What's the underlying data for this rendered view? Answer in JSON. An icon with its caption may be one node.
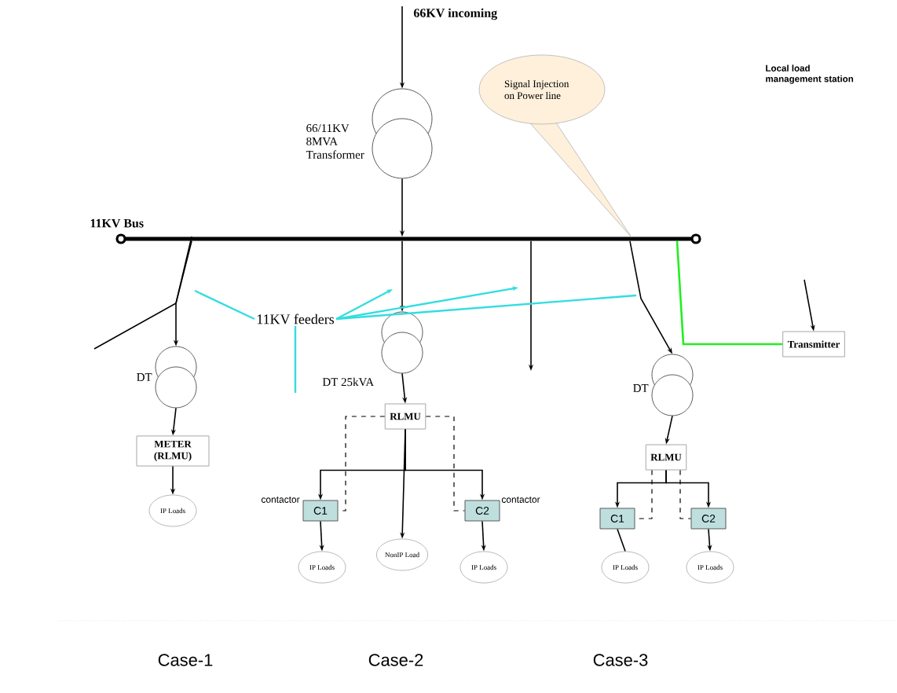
{
  "diagram": {
    "nodes": [
      {
        "text": [],
        "shape": "circle",
        "beside": [
          "66/11KV 8MVA Transformer"
        ]
      },
      {
        "text": [
          "11KV Bus"
        ]
      },
      {
        "text": [
          "Signal Injection on Power line"
        ]
      },
      {
        "text": [],
        "shape": "circle",
        "beside": [
          "DT"
        ]
      },
      {
        "text": [
          "METER (RLMU)"
        ]
      },
      {
        "text": [
          "IP Loads"
        ]
      },
      {
        "text": [],
        "shape": "circle",
        "beside": [
          "DT 25kVA"
        ]
      },
      {
        "text": [
          "RLMU"
        ]
      },
      {
        "text": [
          "C1"
        ],
        "beside": [
          "contactor"
        ]
      },
      {
        "text": [
          "C2"
        ],
        "beside": [
          "contactor"
        ]
      },
      {
        "text": [
          "IP Loads"
        ]
      },
      {
        "text": [
          "NonIP Load"
        ]
      },
      {
        "text": [
          "IP Loads"
        ]
      },
      {
        "text": [],
        "shape": "circle",
        "beside": [
          "DT"
        ]
      },
      {
        "text": [
          "RLMU"
        ]
      },
      {
        "text": [
          "C1"
        ]
      },
      {
        "text": [
          "C2"
        ]
      },
      {
        "text": [
          "IP Loads"
        ]
      },
      {
        "text": [
          "IP Loads"
        ]
      },
      {
        "text": [
          "Transmitter"
        ]
      },
      {
        "text": [
          "11KV feeders"
        ]
      }
    ],
    "edges": [
      {
        "from": null,
        "to": 0,
        "arrow": "to",
        "label": "66KV incoming"
      },
      {
        "from": 0,
        "to": 1,
        "arrow": "to"
      },
      {
        "from": 1,
        "to": 3,
        "arrow": "to"
      },
      {
        "from": 1,
        "to": null,
        "arrow": "none"
      },
      {
        "from": 1,
        "to": 6,
        "arrow": "to"
      },
      {
        "from": 1,
        "to": null,
        "arrow": "to"
      },
      {
        "from": 1,
        "to": 13,
        "arrow": "to"
      },
      {
        "from": 1,
        "to": 19,
        "arrow": "none",
        "color": "#22ee22"
      },
      {
        "from": null,
        "to": 19,
        "arrow": "to"
      },
      {
        "from": 3,
        "to": 4,
        "arrow": "to"
      },
      {
        "from": 4,
        "to": 5,
        "arrow": "to"
      },
      {
        "from": 6,
        "to": 7,
        "arrow": "to"
      },
      {
        "from": 7,
        "to": 8,
        "arrow": "to"
      },
      {
        "from": 7,
        "to": 9,
        "arrow": "to"
      },
      {
        "from": 7,
        "to": 11,
        "arrow": "to"
      },
      {
        "from": 7,
        "to": 8,
        "arrow": "none",
        "style": "dashed"
      },
      {
        "from": 7,
        "to": 9,
        "arrow": "none",
        "style": "dashed"
      },
      {
        "from": 8,
        "to": 10,
        "arrow": "to"
      },
      {
        "from": 9,
        "to": 12,
        "arrow": "to"
      },
      {
        "from": 13,
        "to": 14,
        "arrow": "to"
      },
      {
        "from": 14,
        "to": 15,
        "arrow": "to"
      },
      {
        "from": 14,
        "to": 16,
        "arrow": "to"
      },
      {
        "from": 14,
        "to": 15,
        "arrow": "none",
        "style": "dashed"
      },
      {
        "from": 14,
        "to": 16,
        "arrow": "none",
        "style": "dashed"
      },
      {
        "from": 15,
        "to": 17,
        "arrow": "none"
      },
      {
        "from": 16,
        "to": 18,
        "arrow": "to"
      },
      {
        "from": 20,
        "to": null,
        "arrow": "none",
        "color": "#33dde0"
      },
      {
        "from": 20,
        "to": null,
        "arrow": "to",
        "color": "#33dde0"
      },
      {
        "from": 20,
        "to": null,
        "arrow": "to",
        "color": "#33dde0"
      },
      {
        "from": 20,
        "to": null,
        "arrow": "none",
        "color": "#33dde0"
      },
      {
        "from": 20,
        "to": null,
        "arrow": "none",
        "color": "#33dde0"
      }
    ],
    "labels": [
      "Local load management station",
      "Case-1",
      "Case-2",
      "Case-3"
    ]
  }
}
